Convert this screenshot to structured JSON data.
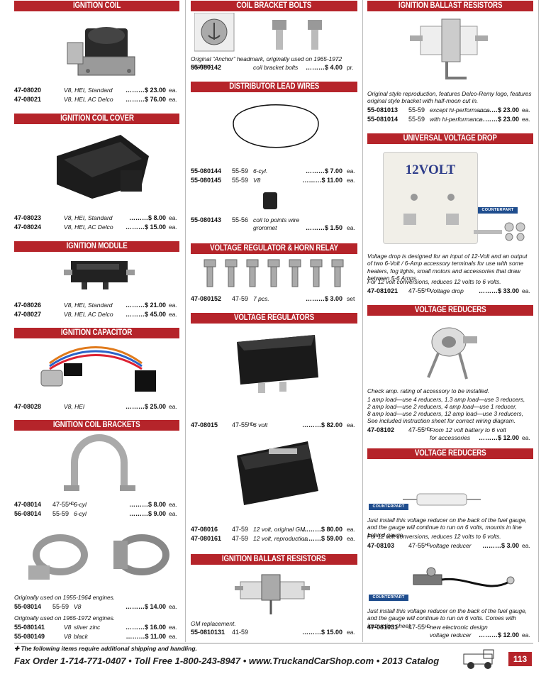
{
  "col1": {
    "ign_coil": {
      "title": "IGNITION COIL",
      "rows": [
        {
          "pn": "47-08020",
          "desc": "V8, HEI, Standard",
          "price": "23.00",
          "unit": "ea."
        },
        {
          "pn": "47-08021",
          "desc": "V8, HEI, AC Delco",
          "price": "76.00",
          "unit": "ea."
        }
      ]
    },
    "ign_cover": {
      "title": "IGNITION COIL COVER",
      "rows": [
        {
          "pn": "47-08023",
          "desc": "V8, HEI, Standard",
          "price": "8.00",
          "unit": "ea."
        },
        {
          "pn": "47-08024",
          "desc": "V8, HEI, AC Delco",
          "price": "15.00",
          "unit": "ea."
        }
      ]
    },
    "ign_module": {
      "title": "IGNITION MODULE",
      "rows": [
        {
          "pn": "47-08026",
          "desc": "V8, HEI, Standard",
          "price": "21.00",
          "unit": "ea."
        },
        {
          "pn": "47-08027",
          "desc": "V8, HEI, AC Delco",
          "price": "45.00",
          "unit": "ea."
        }
      ]
    },
    "ign_cap": {
      "title": "IGNITION CAPACITOR",
      "rows": [
        {
          "pn": "47-08028",
          "desc": "V8, HEI",
          "price": "25.00",
          "unit": "ea."
        }
      ]
    },
    "ign_brackets": {
      "title": "IGNITION COIL BRACKETS",
      "rows": [
        {
          "pn": "47-08014",
          "yr": "47-55ᴴᴰ",
          "desc": "6-cyl",
          "price": "8.00",
          "unit": "ea."
        },
        {
          "pn": "56-08014",
          "yr": "55-59",
          "desc": "6-cyl",
          "price": "9.00",
          "unit": "ea."
        }
      ],
      "note1": "Originally used on 1955-1964 engines.",
      "rows2": [
        {
          "pn": "55-08014",
          "yr": "55-59",
          "desc": "V8",
          "price": "14.00",
          "unit": "ea."
        }
      ],
      "note2": "Originally used on 1965-1972 engines.",
      "rows3": [
        {
          "pn": "55-080141",
          "yr": "V8",
          "desc": "silver zinc",
          "price": "16.00",
          "unit": "ea."
        },
        {
          "pn": "55-080149",
          "yr": "V8",
          "desc": "black",
          "price": "11.00",
          "unit": "ea."
        }
      ]
    }
  },
  "col2": {
    "bolts": {
      "title": "COIL BRACKET BOLTS",
      "note": "Original “Anchor” headmark, originally used on 1965-1972 engines.",
      "rows": [
        {
          "pn": "55-080142",
          "desc": "coil bracket bolts",
          "price": "4.00",
          "unit": "pr."
        }
      ]
    },
    "lead": {
      "title": "DISTRIBUTOR LEAD WIRES",
      "rows": [
        {
          "pn": "55-080144",
          "yr": "55-59",
          "desc": "6-cyl.",
          "price": "7.00",
          "unit": "ea."
        },
        {
          "pn": "55-080145",
          "yr": "55-59",
          "desc": "V8",
          "price": "11.00",
          "unit": "ea."
        }
      ],
      "row3": {
        "pn": "55-080143",
        "yr": "55-56",
        "desc1": "coil to points wire",
        "desc2": "grommet",
        "price": "1.50",
        "unit": "ea."
      }
    },
    "screws": {
      "title": "VOLTAGE REGULATOR & HORN RELAY SCREW SET",
      "rows": [
        {
          "pn": "47-080152",
          "yr": "47-59",
          "desc": "7 pcs.",
          "price": "3.00",
          "unit": "set"
        }
      ]
    },
    "regs": {
      "title": "VOLTAGE REGULATORS",
      "rows": [
        {
          "pn": "47-08015",
          "yr": "47-55ᴴᴰ",
          "desc": "6 volt",
          "price": "82.00",
          "unit": "ea."
        }
      ],
      "rows2": [
        {
          "pn": "47-08016",
          "yr": "47-59",
          "desc": "12 volt, original GM",
          "price": "80.00",
          "unit": "ea."
        },
        {
          "pn": "47-080161",
          "yr": "47-59",
          "desc": "12 volt, reproduction",
          "price": "59.00",
          "unit": "ea."
        }
      ]
    },
    "ballast": {
      "title": "IGNITION BALLAST RESISTORS",
      "note": "GM replacement.",
      "rows": [
        {
          "pn": "55-0810131",
          "yr": "41-59",
          "desc": "",
          "price": "15.00",
          "unit": "ea."
        }
      ]
    }
  },
  "col3": {
    "ballast": {
      "title": "IGNITION BALLAST RESISTORS",
      "note": "Original style reproduction, features Delco-Remy logo, features original style bracket with half-moon cut in.",
      "rows": [
        {
          "pn": "55-081013",
          "yr": "55-59",
          "desc": "except hi-performance",
          "price": "23.00",
          "unit": "ea."
        },
        {
          "pn": "55-081014",
          "yr": "55-59",
          "desc": "with hi-performance",
          "price": "23.00",
          "unit": "ea."
        }
      ]
    },
    "uvd": {
      "title": "UNIVERSAL VOLTAGE DROP",
      "img_label": "12VOLT",
      "brand": "COUNTERPART",
      "note": "Voltage drop is designed for an input of 12-Volt and an output of two 6-Volt / 6-Amp accessory terminals for use with some heaters, fog lights, small motors and accessories that draw between 5-6 Amps.",
      "note2": "For 12 volt conversions, reduces 12 volts to 6 volts.",
      "rows": [
        {
          "pn": "47-081021",
          "yr": "47-55ᴴᴰ",
          "desc": "Voltage drop",
          "price": "33.00",
          "unit": "ea."
        }
      ]
    },
    "vr1": {
      "title": "VOLTAGE REDUCERS",
      "note_lines": [
        "Check amp. rating of accessory to be installed.",
        "1 amp load—use 4 reducers,  1.3 amp load—use 3 reducers,",
        "2 amp load—use 2 reducers,  4 amp load—use 1 reducer,",
        "8 amp load—use 2 reducers,  12 amp load—use 3 reducers,",
        "See included instruction sheet for correct wiring diagram."
      ],
      "row": {
        "pn": "47-08102",
        "yr": "47-55ᴴᴰ",
        "desc1": "From 12 volt battery to 6 volt",
        "desc2": "for accessories",
        "price": "12.00",
        "unit": "ea."
      }
    },
    "vr2": {
      "title": "VOLTAGE REDUCERS",
      "brand": "COUNTERPART",
      "note": "Just install this voltage reducer on the back of the fuel gauge, and the gauge will continue to run on 6 volts, mounts in line behind gauge.",
      "note2": "For 12 volt conversions, reduces 12 volts to 6 volts.",
      "row1": {
        "pn": "47-08103",
        "yr": "47-55ᴴᴰ",
        "desc": "voltage reducer",
        "price": "3.00",
        "unit": "ea."
      },
      "note3": "Just install this voltage reducer on the back of the fuel gauge, and the gauge will continue to run on 6 volts. Comes with instruction sheet.",
      "row2": {
        "pn": "47-081031",
        "yr": "47-55ᴴᴰ",
        "desc1": "new electronic design",
        "desc2": "voltage reducer",
        "price": "12.00",
        "unit": "ea."
      }
    }
  },
  "footer": {
    "note": "✚  The following items require additional shipping and handling.",
    "line": "Fax Order  1-714-771-0407  •  Toll Free  1-800-243-8947  •  www.TruckandCarShop.com  •  2013 Catalog",
    "page": "113"
  },
  "colors": {
    "accent": "#b5242a",
    "brand": "#1f4d8e"
  }
}
